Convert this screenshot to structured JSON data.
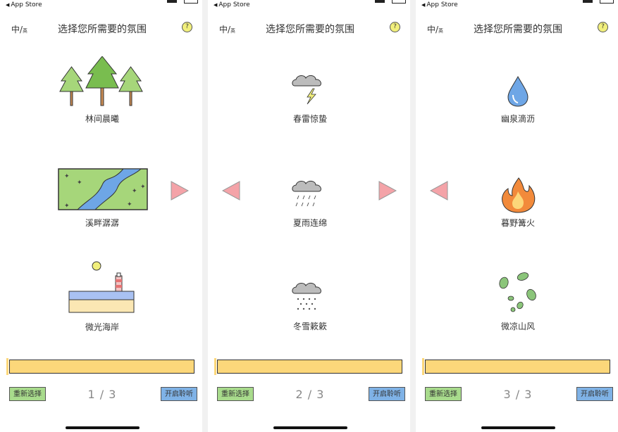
{
  "status_bar": {
    "back_label": "App Store"
  },
  "header": {
    "lang_main": "中/",
    "lang_small": "英",
    "title": "选择您所需要的氛围",
    "help_label": "?"
  },
  "screens": [
    {
      "scenes": [
        {
          "label": "林间晨曦",
          "icon": "forest-icon"
        },
        {
          "label": "溪畔潺潺",
          "icon": "river-icon"
        },
        {
          "label": "微光海岸",
          "icon": "coast-icon"
        }
      ],
      "page": "1 / 3"
    },
    {
      "scenes": [
        {
          "label": "春雷惊蛰",
          "icon": "thunder-cloud-icon"
        },
        {
          "label": "夏雨连绵",
          "icon": "rain-cloud-icon"
        },
        {
          "label": "冬雪簌簌",
          "icon": "snow-cloud-icon"
        }
      ],
      "page": "2 / 3"
    },
    {
      "scenes": [
        {
          "label": "幽泉滴沥",
          "icon": "water-drop-icon"
        },
        {
          "label": "暮野篝火",
          "icon": "campfire-icon"
        },
        {
          "label": "微凉山风",
          "icon": "leaves-icon"
        }
      ],
      "page": "3 / 3"
    }
  ],
  "footer": {
    "reset_label": "重新选择",
    "start_label": "开启聆听"
  },
  "colors": {
    "progress": "#fcd77a",
    "reset": "#a8db8c",
    "start": "#7fb2e6",
    "arrow": "#f4a3a8",
    "help": "#f1ef7c"
  }
}
